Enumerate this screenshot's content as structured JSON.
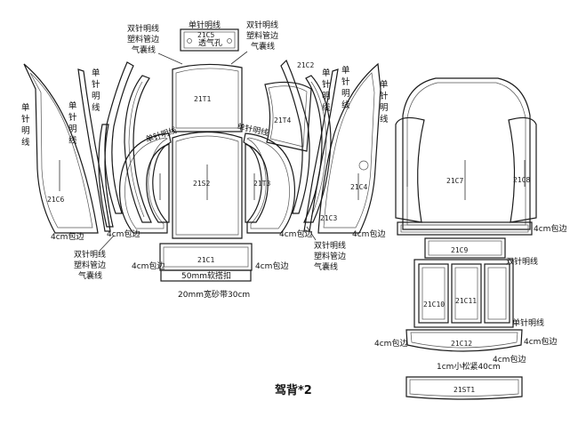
{
  "title": "驾背*2",
  "pieces": {
    "p21C5": "21C5",
    "p21T1": "21T1",
    "p21T4": "21T4",
    "p21S2": "21S2",
    "p21T3": "21T3",
    "p21C1": "21C1",
    "p21C2": "21C2",
    "p21C3": "21C3",
    "p21C4": "21C4",
    "p21C6": "21C6",
    "p21C7": "21C7",
    "p21C8": "21C8",
    "p21C9": "21C9",
    "p21C10": "21C10",
    "p21C11": "21C11",
    "p21C12": "21C12",
    "p21ST1": "21ST1"
  },
  "labels": {
    "single_stitch": "单针明线",
    "double_stitch": [
      "双针明线",
      "塑料管边",
      "气囊线"
    ],
    "binding_4cm": "4cm包边",
    "breathable": "透气孔",
    "velcro": "50mm软搭扣",
    "strap": "20mm宽砂带30cm",
    "elastic": "1cm小松紧40cm"
  }
}
